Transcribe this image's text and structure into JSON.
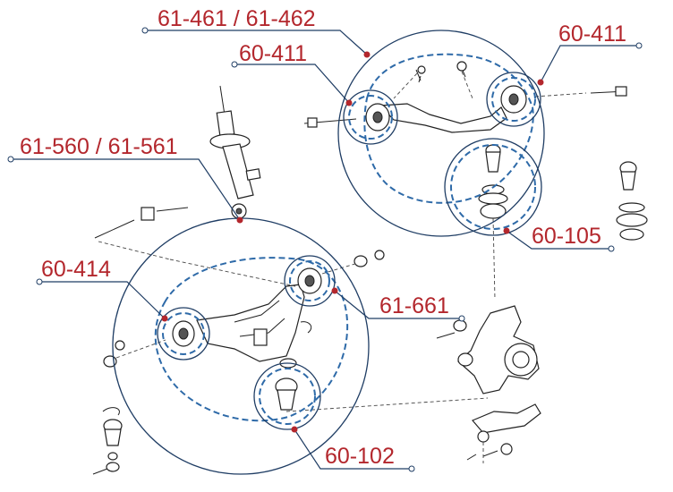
{
  "colors": {
    "label": "#b3272d",
    "leader": "#1f3d64",
    "dashed_circle": "#2e6aa8",
    "drawing": "#222222"
  },
  "callouts": {
    "c61461": "61-461 / 61-462",
    "c60411_left": "60-411",
    "c60411_right": "60-411",
    "c61560": "61-560 / 61-561",
    "c60105": "60-105",
    "c60414": "60-414",
    "c61661": "61-661",
    "c60102": "60-102"
  }
}
